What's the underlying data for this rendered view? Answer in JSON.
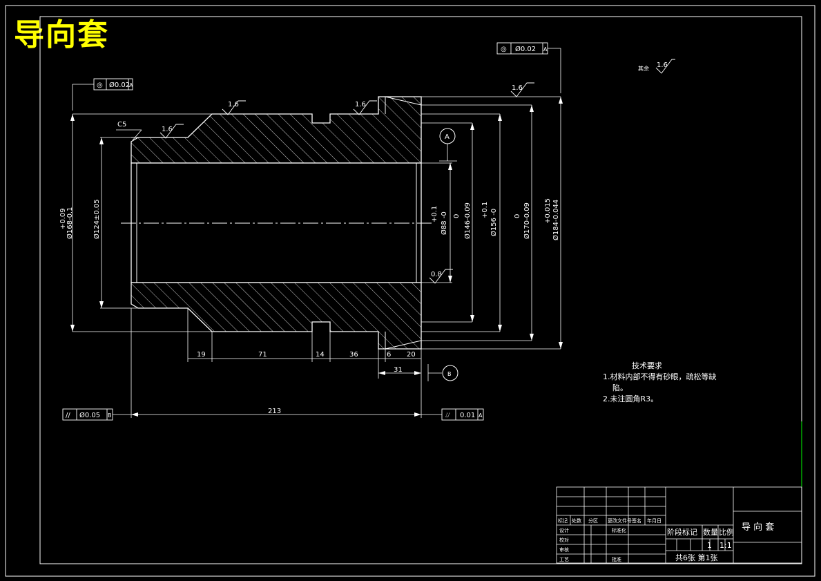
{
  "title": "导向套",
  "colors": {
    "background": "#000000",
    "lines": "#ffffff",
    "title": "#ffff00",
    "border_accent": "#00ff00"
  },
  "dimensions": {
    "d_left_outer": [
      "+0.09",
      "Ø168-0.1"
    ],
    "d_left_inner": "Ø124±0.05",
    "d_bore": [
      "+0.1",
      "Ø88 -0"
    ],
    "d_146": [
      "0",
      "Ø146-0.09"
    ],
    "d_156": [
      "+0.1",
      "Ø156 -0"
    ],
    "d_170": [
      "0",
      "Ø170-0.09"
    ],
    "d_184": [
      "+0.015",
      "Ø184-0.044"
    ],
    "bottom_chain": [
      "19",
      "71",
      "14",
      "36",
      "6",
      "20"
    ],
    "len_31": "31",
    "len_213": "213",
    "chamfer": "C5"
  },
  "roughness": [
    "1.6",
    "1.6",
    "1.6",
    "1.6",
    "1.6",
    "0.8"
  ],
  "remaining_roughness": {
    "label": "其余",
    "value": "1.6"
  },
  "datums": [
    "A",
    "B"
  ],
  "tolerance_frames": {
    "top_left": [
      "◎",
      "Ø0.02",
      "A"
    ],
    "top_right": [
      "◎",
      "Ø0.02",
      "A"
    ],
    "bottom_left": [
      "//",
      "Ø0.05",
      "B"
    ],
    "bottom_right": [
      "⌰",
      "0.01",
      "A"
    ]
  },
  "requirements": {
    "heading": "技术要求",
    "items": [
      "1.材料内部不得有砂眼，疏松等缺",
      "陷。",
      "2.未注圆角R3。"
    ]
  },
  "title_block": {
    "header_labels": [
      "标记",
      "处数",
      "分区",
      "更改文件号",
      "签名",
      "年月日"
    ],
    "row_labels": [
      "设计",
      "校对",
      "审核",
      "工艺"
    ],
    "std_label": "标准化",
    "approve_label": "批准",
    "col_heads": [
      "阶段标记",
      "数量",
      "比例"
    ],
    "quantity": "1",
    "scale": "1:1",
    "sheets": "共6张  第1张",
    "part_name": "导 向 套"
  }
}
